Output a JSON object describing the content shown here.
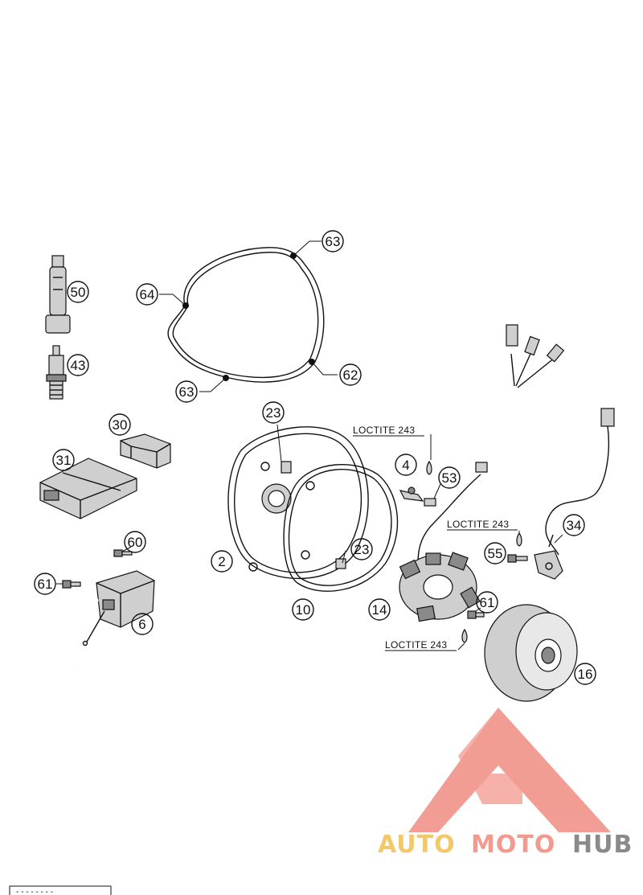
{
  "callouts": {
    "c50": "50",
    "c43": "43",
    "c64": "64",
    "c63a": "63",
    "c63b": "63",
    "c62": "62",
    "c30": "30",
    "c31": "31",
    "c23a": "23",
    "c23b": "23",
    "c2": "2",
    "c10": "10",
    "c4": "4",
    "c53": "53",
    "c34": "34",
    "c55": "55",
    "c14": "14",
    "c61a": "61",
    "c61b": "61",
    "c60": "60",
    "c6": "6",
    "c16": "16"
  },
  "notes": {
    "loctite_a": "LOCTITE 243",
    "loctite_b": "LOCTITE 243",
    "loctite_c": "LOCTITE 243"
  },
  "watermark": {
    "part1": "AUTO",
    "part2": "MOTO",
    "part3": "HUB",
    "color_auto": "#f2c96a",
    "color_moto": "#f39a8e",
    "color_hub": "#8a8a8a",
    "logo_color": "#f08c82"
  },
  "footer": {
    "code": "- - - - - - - -"
  }
}
